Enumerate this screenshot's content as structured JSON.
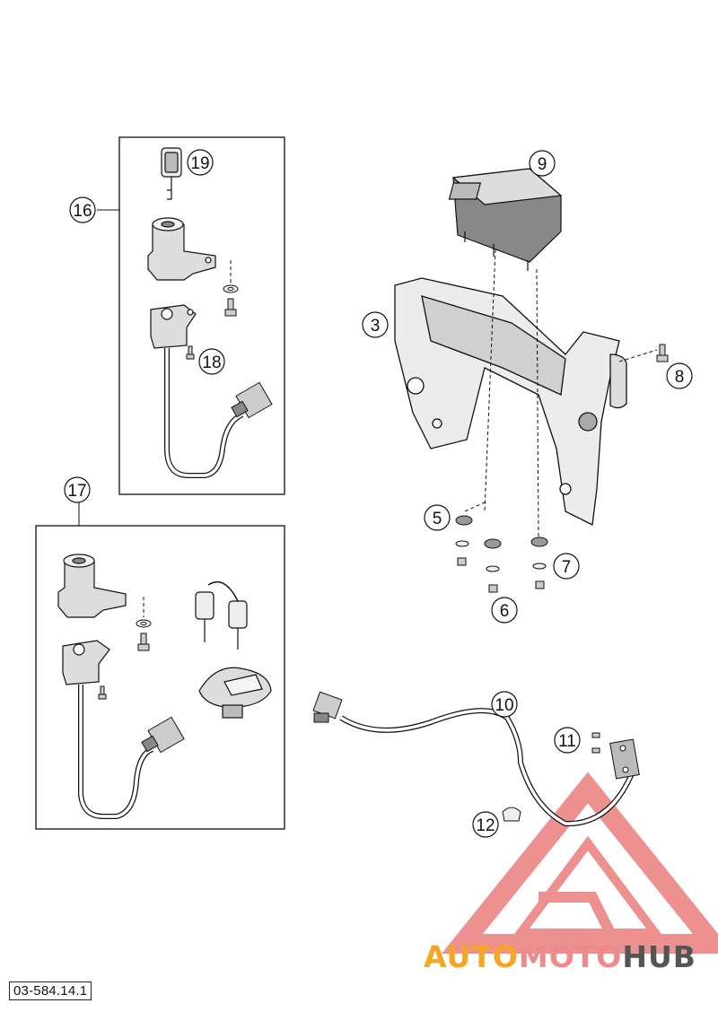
{
  "diagram": {
    "callouts": [
      {
        "id": "c3",
        "label": "3"
      },
      {
        "id": "c5",
        "label": "5"
      },
      {
        "id": "c6",
        "label": "6"
      },
      {
        "id": "c7",
        "label": "7"
      },
      {
        "id": "c8",
        "label": "8"
      },
      {
        "id": "c9",
        "label": "9"
      },
      {
        "id": "c10",
        "label": "10"
      },
      {
        "id": "c11",
        "label": "11"
      },
      {
        "id": "c12",
        "label": "12"
      },
      {
        "id": "c16",
        "label": "16"
      },
      {
        "id": "c17",
        "label": "17"
      },
      {
        "id": "c18",
        "label": "18"
      },
      {
        "id": "c19",
        "label": "19"
      }
    ],
    "drawing_code": "03-584.14.1"
  },
  "watermark": {
    "part1": "AUTO",
    "part2": "MOTO",
    "part3": "HUB",
    "colors": {
      "auto": "#f5a623",
      "moto": "#ef8a8a",
      "hub": "#555555",
      "triangle": "#e86b6b"
    }
  }
}
